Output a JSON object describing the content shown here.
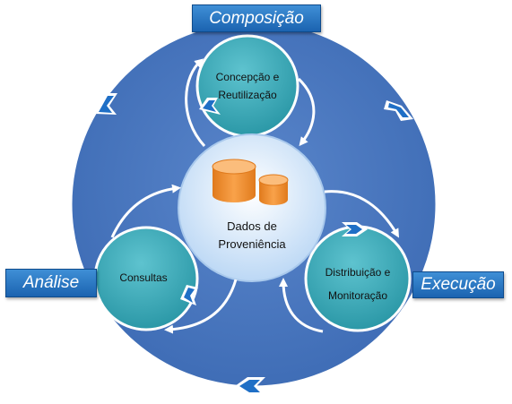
{
  "phases": {
    "composition": "Composição",
    "analysis": "Análise",
    "execution": "Execução"
  },
  "nodes": {
    "top": {
      "line1": "Concepção e",
      "line2": "Reutilização"
    },
    "left": {
      "line1": "Consultas"
    },
    "right": {
      "line1": "Distribuição e",
      "line2": "Monitoração"
    },
    "center": {
      "line1": "Dados de",
      "line2": "Proveniência"
    }
  },
  "colors": {
    "outer_ring": "#4a78bf",
    "teal_node": "#3aa7b5",
    "center_node": "#d9ebfb",
    "database": "#f08a2c",
    "label_blue": "#2673c2"
  }
}
